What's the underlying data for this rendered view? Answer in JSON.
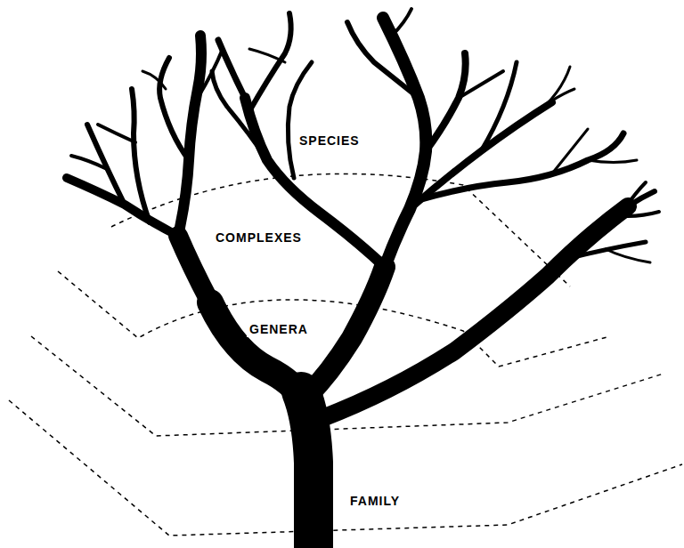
{
  "diagram": {
    "labels": [
      "SPECIES",
      "COMPLEXES",
      "GENERA",
      "FAMILY"
    ]
  }
}
